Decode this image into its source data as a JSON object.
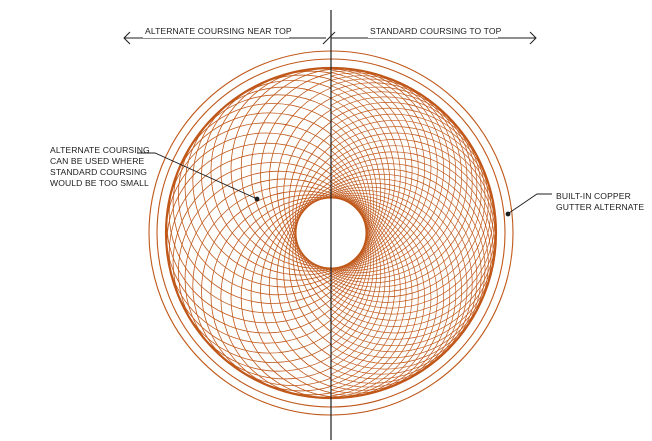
{
  "annotations": {
    "left_heading": "ALTERNATE COURSING NEAR TOP",
    "right_heading": "STANDARD COURSING TO TOP",
    "alternate_note": [
      "ALTERNATE COURSING",
      "CAN BE USED WHERE",
      "STANDARD COURSING",
      "WOULD BE TOO SMALL"
    ],
    "gutter_note": [
      "BUILT-IN COPPER",
      "GUTTER ALTERNATE"
    ]
  },
  "colors": {
    "pattern": "#c0581a",
    "linework": "#1e1e1e",
    "background": "#ffffff"
  }
}
